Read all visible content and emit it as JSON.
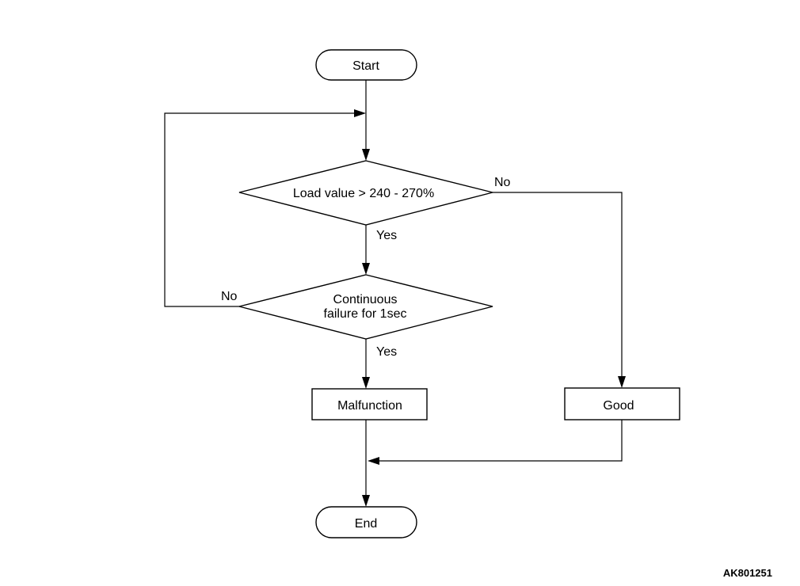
{
  "flowchart": {
    "start_label": "Start",
    "decision1_label": "Load value > 240 - 270%",
    "decision1_no_label": "No",
    "decision1_yes_label": "Yes",
    "decision2_line1": "Continuous",
    "decision2_line2": "failure for 1sec",
    "decision2_no_label": "No",
    "decision2_yes_label": "Yes",
    "malfunction_label": "Malfunction",
    "good_label": "Good",
    "end_label": "End"
  },
  "figure_code": "AK801251"
}
